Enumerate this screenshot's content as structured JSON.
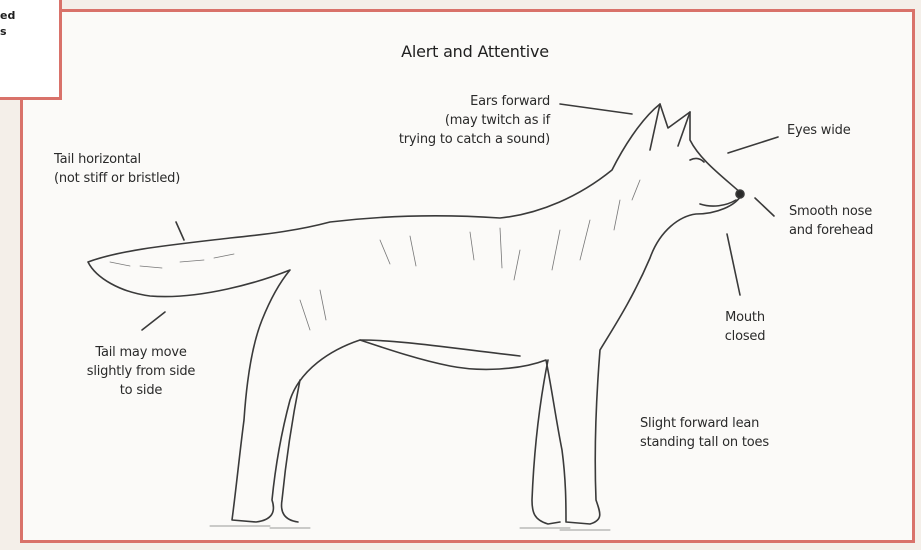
{
  "diagram": {
    "title": "Alert and Attentive",
    "corner_fragment": "ed\ns",
    "annotations": {
      "ears": "Ears forward\n(may twitch as if\ntrying to catch a sound)",
      "eyes": "Eyes wide",
      "nose": "Smooth nose\nand forehead",
      "mouth": "Mouth\nclosed",
      "tail_top": "Tail horizontal\n(not stiff or bristled)",
      "tail_bottom": "Tail may move\nslightly from side\nto side",
      "lean": "Slight forward lean\nstanding tall on toes"
    },
    "colors": {
      "frame": "#d9726a",
      "ink": "#2a2a2a"
    }
  }
}
